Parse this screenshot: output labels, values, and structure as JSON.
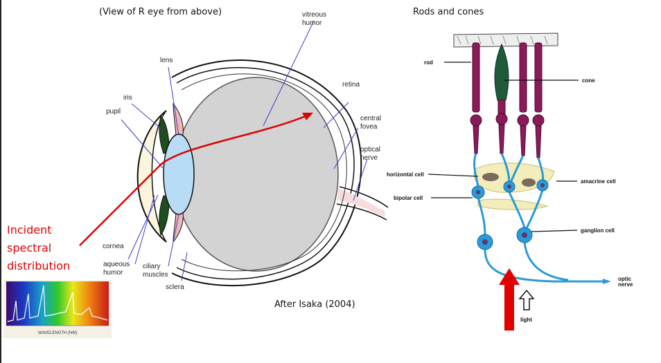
{
  "captions": {
    "eye_view": "(View of R eye from above)",
    "rods_cones": "Rods and cones",
    "credit": "After Isaka (2004)"
  },
  "incident": {
    "line1": "Incident",
    "line2": "spectral",
    "line3": "distribution"
  },
  "eye_labels": {
    "lens": "lens",
    "iris": "iris",
    "pupil": "pupil",
    "vitreous1": "vitreous",
    "vitreous2": "humor",
    "retina": "retina",
    "central1": "central",
    "central2": "fovea",
    "optical1": "optical",
    "optical2": "nerve",
    "cornea": "cornea",
    "aqueous1": "aqueous",
    "aqueous2": "humor",
    "ciliary1": "ciliary",
    "ciliary2": "muscles",
    "sclera": "sclera"
  },
  "retina_labels": {
    "rod": "rod",
    "cone": "cone",
    "horizontal": "horizontal cell",
    "amacrine": "amacrine cell",
    "bipolar": "bipolar cell",
    "ganglion": "ganglion cell",
    "optic1": "optic",
    "optic2": "nerve",
    "light": "light"
  },
  "spectrum": {
    "axis_label": "WAVELENGTH (NM)"
  },
  "colors": {
    "arrow_red": "#e00000",
    "rod": "#8b1a5a",
    "cone": "#1f5a3a",
    "neuron": "#2a9ad8",
    "lens": "#b8dcf5",
    "vitreous": "#d3d3d3"
  }
}
